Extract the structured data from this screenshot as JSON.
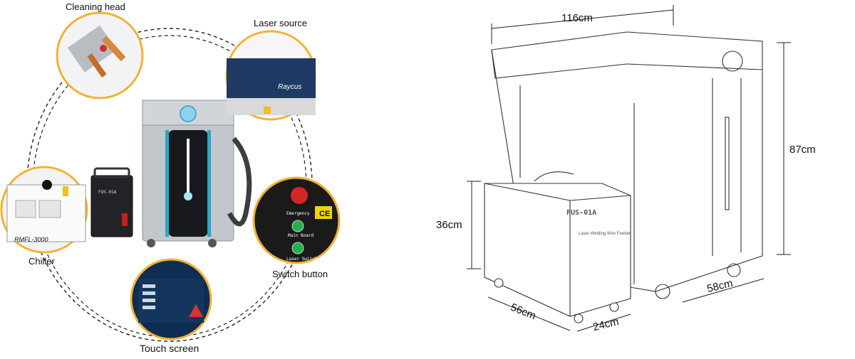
{
  "callouts": {
    "cleaning_head": "Cleaning head",
    "laser_source": "Laser source",
    "chiller": "Chiller",
    "switch_button": "Switch button",
    "touch_screen": "Touch screen"
  },
  "detail_text": {
    "laser_brand": "Raycus",
    "chiller_model": "RMFL-3000",
    "emergency": "Emergency",
    "main_board": "Main Board",
    "laser_switch": "Laser Switch",
    "ce_mark": "CE"
  },
  "wire_feeder": {
    "model": "FUS-01A",
    "subtitle": "Laser Welding Wire Feeder"
  },
  "dimensions": {
    "width": "116cm",
    "height": "87cm",
    "feeder_height": "36cm",
    "feeder_width": "56cm",
    "feeder_depth": "24cm",
    "depth": "58cm"
  },
  "colors": {
    "accent_blue": "#2aa7c9",
    "frame_gray": "#b8bcc1",
    "dark_panel": "#1c1c1e",
    "callout_ring": "#f3b234"
  }
}
